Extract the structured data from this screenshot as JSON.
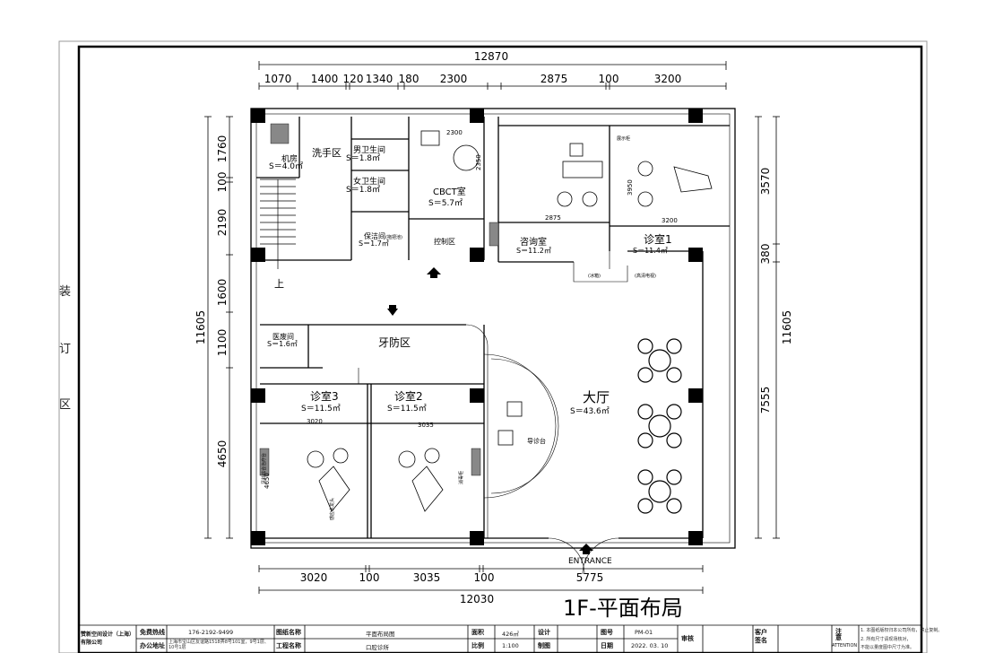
{
  "binding_labels": [
    "装",
    "订",
    "区"
  ],
  "dimensions": {
    "top_total": "12870",
    "top_segments": [
      "1070",
      "1400",
      "120",
      "1340",
      "180",
      "2300",
      "2875",
      "100",
      "3200"
    ],
    "bottom_total": "12030",
    "bottom_segments": [
      "3020",
      "100",
      "3035",
      "100",
      "5775"
    ],
    "left_total": "11605",
    "left_segments": [
      "1760",
      "100",
      "2190",
      "1600",
      "1100",
      "4650"
    ],
    "right_total": "11605",
    "right_segments": [
      "3570",
      "380",
      "7555"
    ]
  },
  "rooms": {
    "handwash": "洗手区",
    "machine_room": "机房",
    "machine_room_area": "S＝4.0㎡",
    "mens_wc": "男卫生间",
    "mens_wc_area": "S＝1.8㎡",
    "womens_wc": "女卫生间",
    "womens_wc_area": "S＝1.8㎡",
    "cleaning": "保洁间",
    "cleaning_note": "(拖把池)",
    "cleaning_area": "S＝1.7㎡",
    "cbct": "CBCT室",
    "cbct_area": "S＝5.7㎡",
    "control": "控制区",
    "consult": "咨询室",
    "consult_area": "S＝11.2㎡",
    "clinic1": "诊室1",
    "clinic1_area": "S＝11.4㎡",
    "clinic2": "诊室2",
    "clinic2_area": "S＝11.5㎡",
    "clinic3": "诊室3",
    "clinic3_area": "S＝11.5㎡",
    "medwaste": "医废间",
    "medwaste_area": "S＝1.6㎡",
    "prevention": "牙防区",
    "hall": "大厅",
    "hall_area": "S＝43.6㎡",
    "guide_desk": "导诊台",
    "up_label": "上",
    "entrance": "ENTRANCE"
  },
  "inner_dims": {
    "cbct_w": "2300",
    "cbct_h": "2350",
    "consult_w": "2875",
    "clinic1_w": "3200",
    "clinic1_h": "3950",
    "clinic3_w": "3020",
    "clinic3_h": "4650",
    "clinic2_w": "3035"
  },
  "annotations": {
    "appliance": "(冰箱)",
    "tv": "(高清电视)",
    "display_wall": "展示柜",
    "dental_chair_note": "牙科综合治疗台",
    "water_tank": "感应水龙头",
    "sterilize": "消毒柜"
  },
  "drawing_title": "1F-平面布局",
  "title_block": {
    "company": "赞新空间设计（上海）有限公司",
    "hotline_label": "免费热线",
    "hotline": "176-2192-9499",
    "office_label": "办公地址",
    "office": "上海市宝山区友谊路1518弄8号101室，9号1层、10号1层",
    "drawing_name_label": "图纸名称",
    "drawing_name": "平面布局图",
    "project_label": "工程名称",
    "project": "口腔诊所",
    "area_label": "面积",
    "area": "426㎡",
    "scale_label": "比例",
    "scale": "1:100",
    "design_label": "设计",
    "draw_label": "制图",
    "sheet_no_label": "图号",
    "sheet_no": "PM-01",
    "date_label": "日期",
    "date": "2022. 03. 10",
    "review_label": "审核",
    "client_label": "客户签名",
    "note_label": "注意",
    "note_en": "ATTENTION",
    "notes": [
      "1. 本图纸版权归本公司所有，禁止复制。",
      "2. 所有尺寸请现场核对，",
      "  不能以量度图中尺寸为准。"
    ]
  }
}
